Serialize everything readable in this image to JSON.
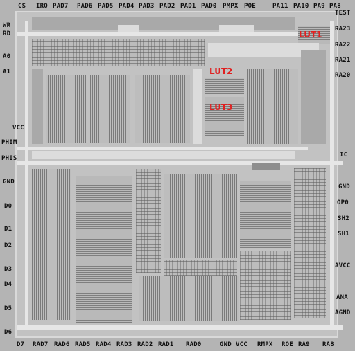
{
  "pads": {
    "top": [
      {
        "key": "cs",
        "label": "CS"
      },
      {
        "key": "irq",
        "label": "IRQ"
      },
      {
        "key": "pad7",
        "label": "PAD7"
      },
      {
        "key": "pad6",
        "label": "PAD6"
      },
      {
        "key": "pad5",
        "label": "PAD5"
      },
      {
        "key": "pad4",
        "label": "PAD4"
      },
      {
        "key": "pad3",
        "label": "PAD3"
      },
      {
        "key": "pad2",
        "label": "PAD2"
      },
      {
        "key": "pad1",
        "label": "PAD1"
      },
      {
        "key": "pad0",
        "label": "PAD0"
      },
      {
        "key": "pmpx",
        "label": "PMPX"
      },
      {
        "key": "poe",
        "label": "POE"
      },
      {
        "key": "pa11",
        "label": "PA11"
      },
      {
        "key": "pa10",
        "label": "PA10"
      },
      {
        "key": "pa9",
        "label": "PA9"
      },
      {
        "key": "pa8",
        "label": "PA8"
      }
    ],
    "left": [
      {
        "key": "wr",
        "label": "WR"
      },
      {
        "key": "rd",
        "label": "RD"
      },
      {
        "key": "a0",
        "label": "A0"
      },
      {
        "key": "a1",
        "label": "A1"
      },
      {
        "key": "vcc",
        "label": "VCC"
      },
      {
        "key": "phim",
        "label": "PHIM"
      },
      {
        "key": "phis",
        "label": "PHIS"
      },
      {
        "key": "gnd",
        "label": "GND"
      },
      {
        "key": "d0",
        "label": "D0"
      },
      {
        "key": "d1",
        "label": "D1"
      },
      {
        "key": "d2",
        "label": "D2"
      },
      {
        "key": "d3",
        "label": "D3"
      },
      {
        "key": "d4",
        "label": "D4"
      },
      {
        "key": "d5",
        "label": "D5"
      },
      {
        "key": "d6",
        "label": "D6"
      }
    ],
    "right": [
      {
        "key": "test",
        "label": "TEST"
      },
      {
        "key": "ra23",
        "label": "RA23"
      },
      {
        "key": "ra22",
        "label": "RA22"
      },
      {
        "key": "ra21",
        "label": "RA21"
      },
      {
        "key": "ra20",
        "label": "RA20"
      },
      {
        "key": "ic",
        "label": "IC"
      },
      {
        "key": "gnd",
        "label": "GND"
      },
      {
        "key": "op0",
        "label": "OP0"
      },
      {
        "key": "sh2",
        "label": "SH2"
      },
      {
        "key": "sh1",
        "label": "SH1"
      },
      {
        "key": "avcc",
        "label": "AVCC"
      },
      {
        "key": "ana",
        "label": "ANA"
      },
      {
        "key": "agnd",
        "label": "AGND"
      }
    ],
    "bottom": [
      {
        "key": "d7",
        "label": "D7"
      },
      {
        "key": "rad7",
        "label": "RAD7"
      },
      {
        "key": "rad6",
        "label": "RAD6"
      },
      {
        "key": "rad5",
        "label": "RAD5"
      },
      {
        "key": "rad4",
        "label": "RAD4"
      },
      {
        "key": "rad3",
        "label": "RAD3"
      },
      {
        "key": "rad2",
        "label": "RAD2"
      },
      {
        "key": "rad1",
        "label": "RAD1"
      },
      {
        "key": "rad0",
        "label": "RAD0"
      },
      {
        "key": "gnd",
        "label": "GND"
      },
      {
        "key": "vcc",
        "label": "VCC"
      },
      {
        "key": "rmpx",
        "label": "RMPX"
      },
      {
        "key": "roe",
        "label": "ROE"
      },
      {
        "key": "ra9",
        "label": "RA9"
      },
      {
        "key": "ra8",
        "label": "RA8"
      }
    ]
  },
  "annotations": [
    {
      "key": "lut1",
      "label": "LUT1"
    },
    {
      "key": "lut2",
      "label": "LUT2"
    },
    {
      "key": "lut3",
      "label": "LUT3"
    }
  ],
  "colors": {
    "annotation": "#e02020",
    "label": "#111111"
  }
}
